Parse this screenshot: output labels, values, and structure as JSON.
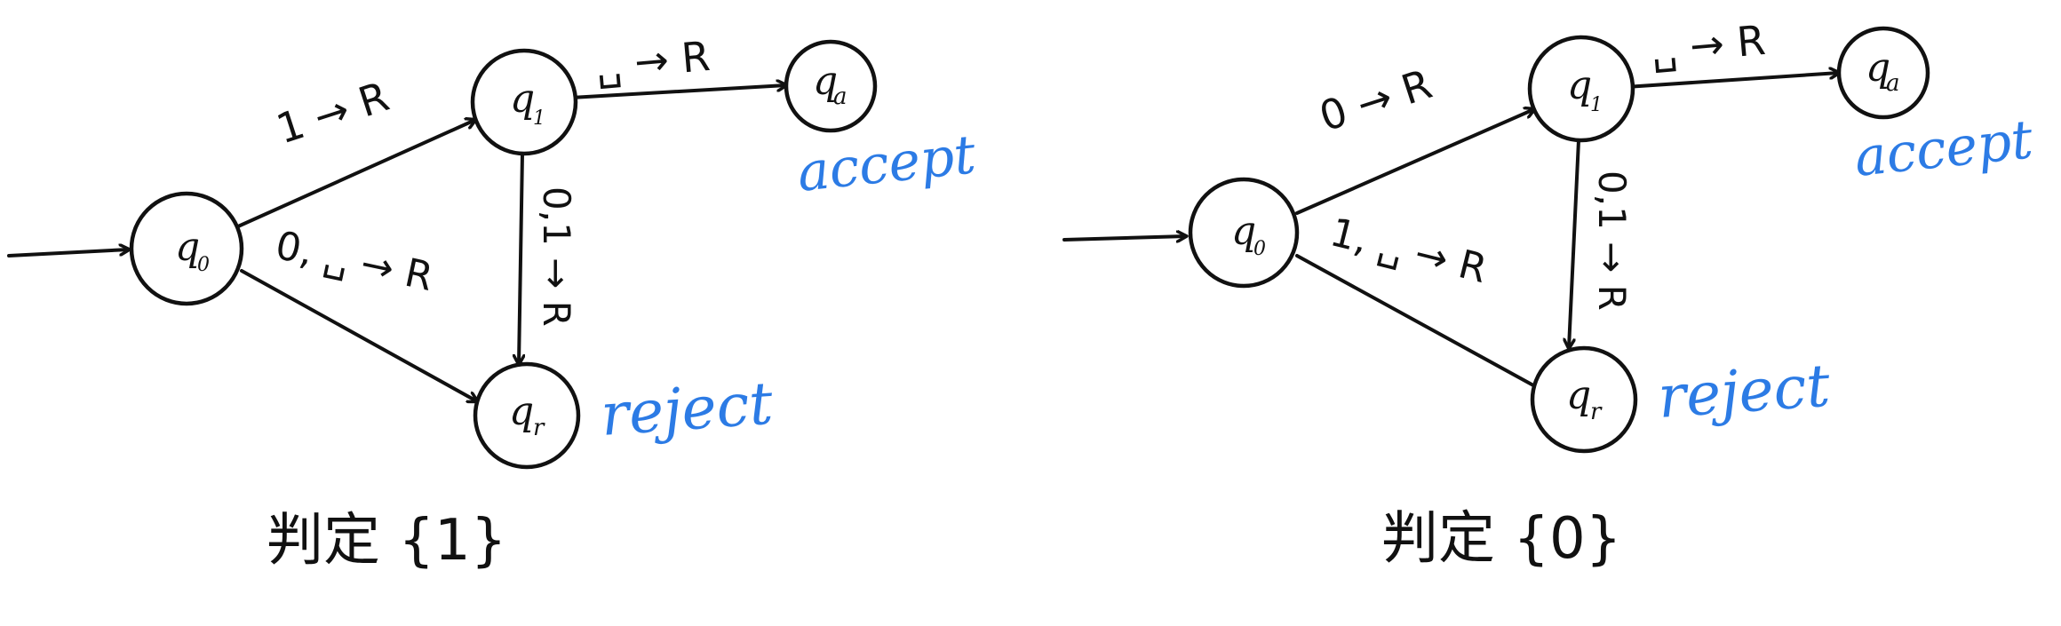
{
  "colors": {
    "ink": "#111111",
    "annotation": "#2c7be5"
  },
  "diagrams": [
    {
      "caption": "判定 {1}",
      "states": {
        "q0": {
          "glyph": "q",
          "sub": "0"
        },
        "q1": {
          "glyph": "q",
          "sub": "1"
        },
        "qa": {
          "glyph": "q",
          "sub": "a"
        },
        "qr": {
          "glyph": "q",
          "sub": "r"
        }
      },
      "edges": {
        "q0_q1": "1 → R",
        "q0_qr": "0, ␣ → R",
        "q1_qa": "␣ → R",
        "q1_qr": "0,1 → R"
      },
      "accept_note": "accept",
      "reject_note": "reject"
    },
    {
      "caption": "判定 {0}",
      "states": {
        "q0": {
          "glyph": "q",
          "sub": "0"
        },
        "q1": {
          "glyph": "q",
          "sub": "1"
        },
        "qa": {
          "glyph": "q",
          "sub": "a"
        },
        "qr": {
          "glyph": "q",
          "sub": "r"
        }
      },
      "edges": {
        "q0_q1": "0 → R",
        "q0_qr": "1, ␣ → R",
        "q1_qa": "␣ → R",
        "q1_qr": "0,1 → R"
      },
      "accept_note": "accept",
      "reject_note": "reject"
    }
  ]
}
